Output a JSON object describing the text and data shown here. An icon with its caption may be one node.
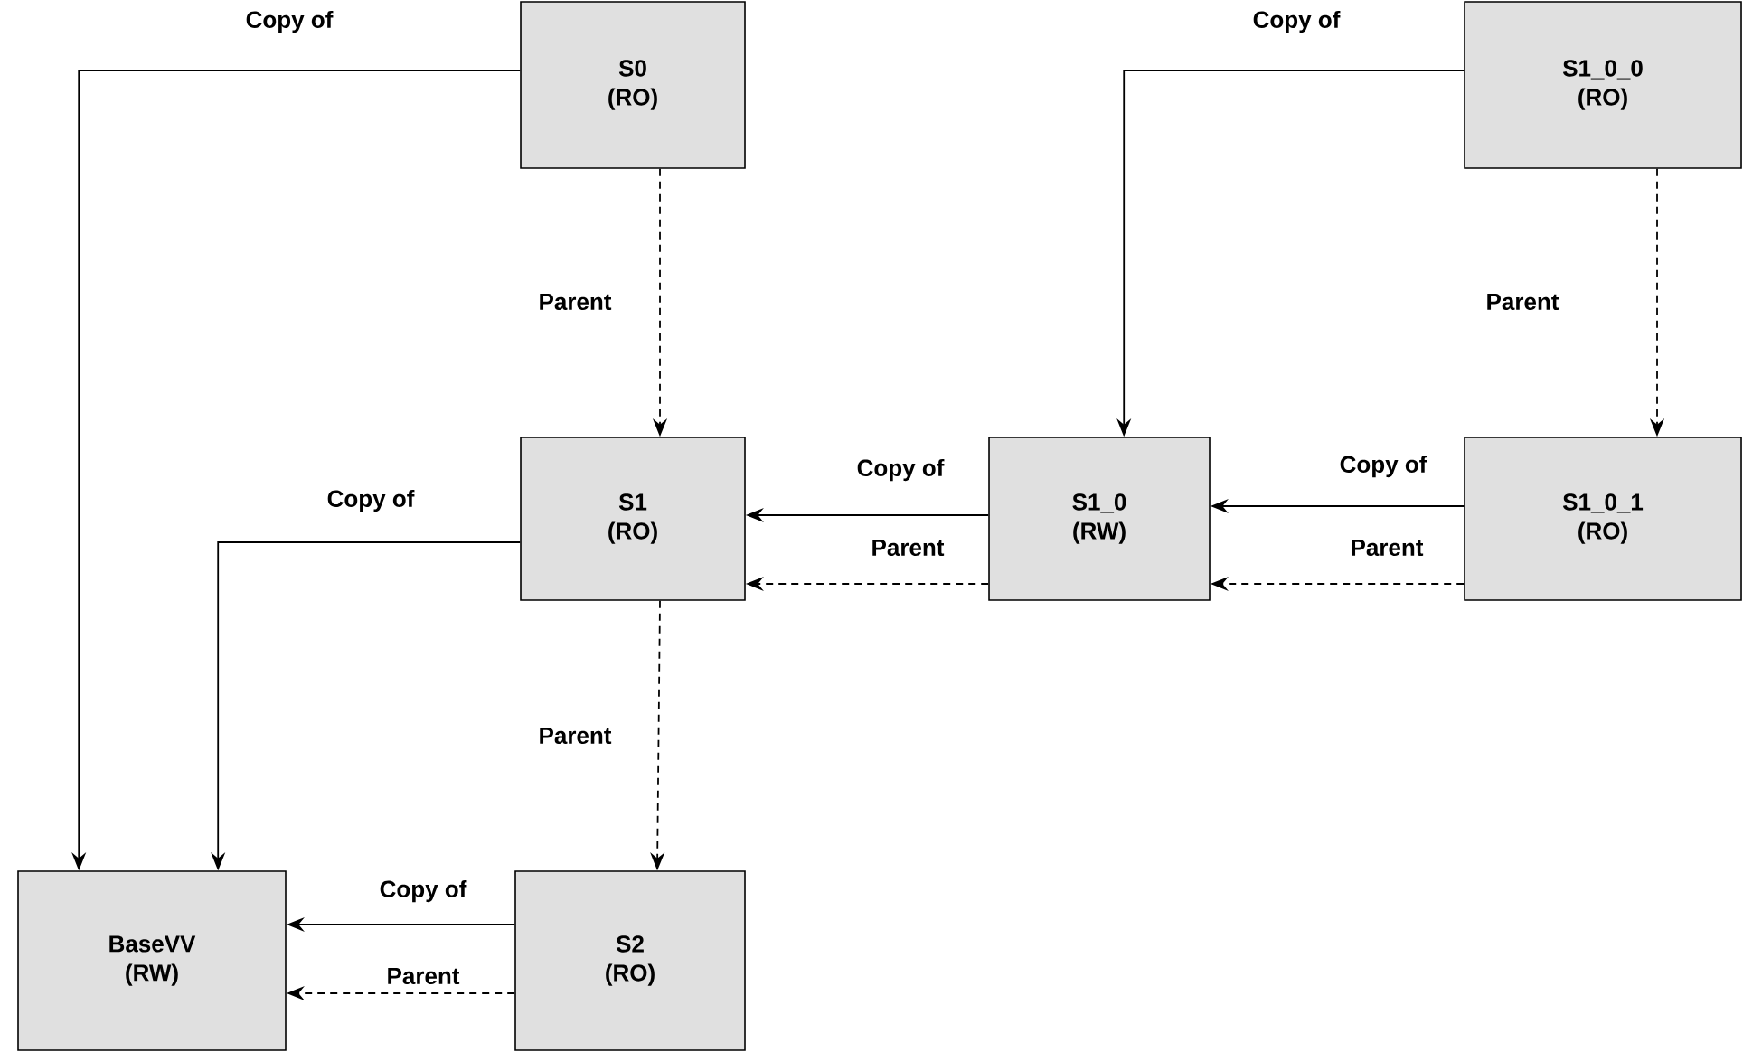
{
  "diagram": {
    "nodes": [
      {
        "text": [
          "S0",
          "(RO)"
        ]
      },
      {
        "text": [
          "S1_0_0",
          "(RO)"
        ]
      },
      {
        "text": [
          "S1",
          "(RO)"
        ]
      },
      {
        "text": [
          "S1_0",
          "(RW)"
        ]
      },
      {
        "text": [
          "S1_0_1",
          "(RO)"
        ]
      },
      {
        "text": [
          "BaseVV",
          "(RW)"
        ]
      },
      {
        "text": [
          "S2",
          "(RO)"
        ]
      }
    ],
    "edges": [
      {
        "from": 0,
        "to": 5,
        "arrow": "to",
        "label": "Copy of"
      },
      {
        "from": 0,
        "to": 2,
        "arrow": "to",
        "label": "Parent",
        "style": "dashed"
      },
      {
        "from": 1,
        "to": 3,
        "arrow": "to",
        "label": "Copy of"
      },
      {
        "from": 1,
        "to": 4,
        "arrow": "to",
        "label": "Parent",
        "style": "dashed"
      },
      {
        "from": 2,
        "to": 5,
        "arrow": "to",
        "label": "Copy of"
      },
      {
        "from": 3,
        "to": 2,
        "arrow": "to",
        "label": "Copy of"
      },
      {
        "from": 3,
        "to": 2,
        "arrow": "to",
        "label": "Parent",
        "style": "dashed"
      },
      {
        "from": 4,
        "to": 3,
        "arrow": "to",
        "label": "Copy of"
      },
      {
        "from": 4,
        "to": 3,
        "arrow": "to",
        "label": "Parent",
        "style": "dashed"
      },
      {
        "from": 2,
        "to": 6,
        "arrow": "to",
        "label": "Parent",
        "style": "dashed"
      },
      {
        "from": 6,
        "to": 5,
        "arrow": "to",
        "label": "Copy of"
      },
      {
        "from": 6,
        "to": 5,
        "arrow": "to",
        "label": "Parent",
        "style": "dashed"
      }
    ]
  }
}
